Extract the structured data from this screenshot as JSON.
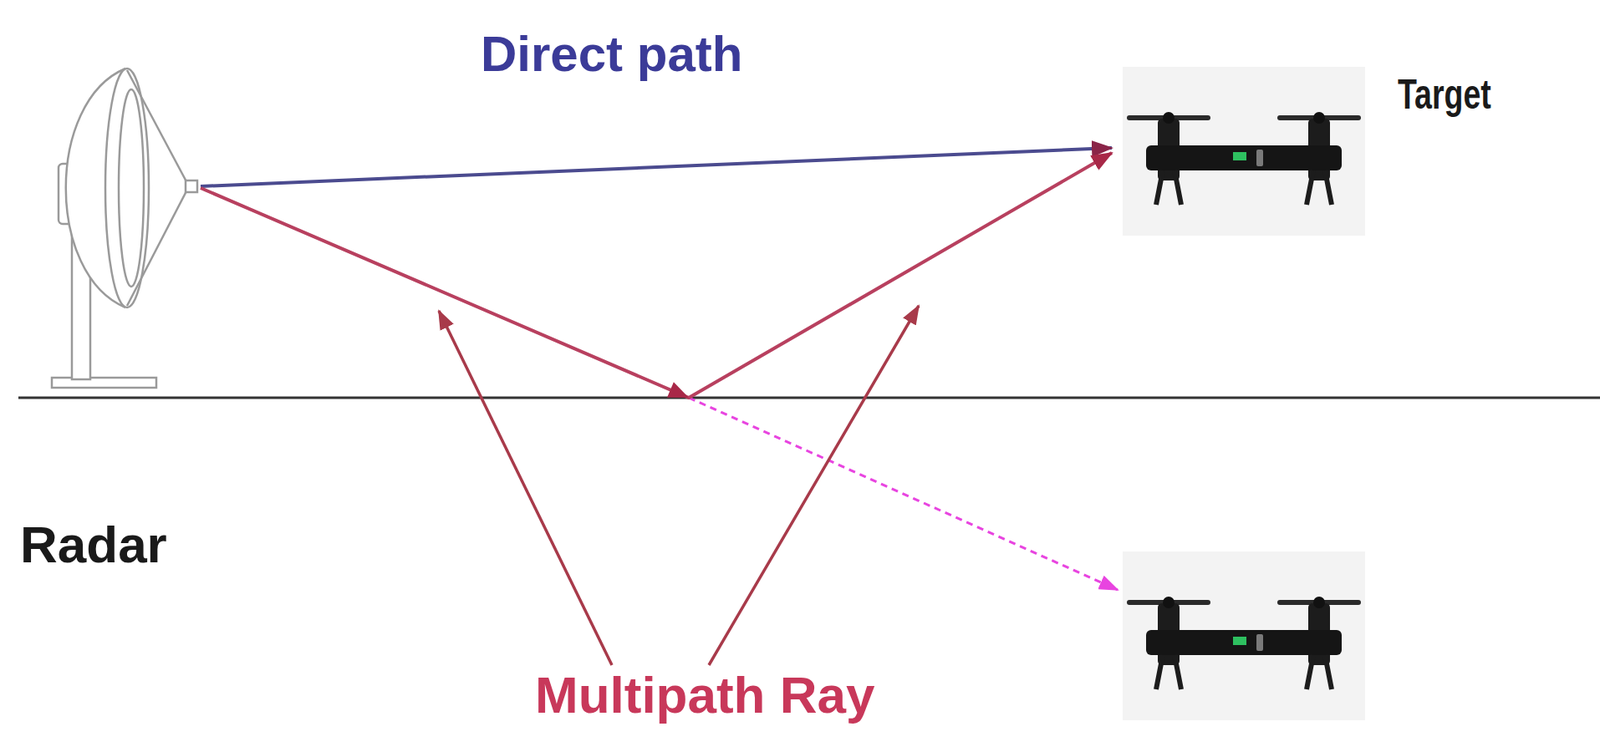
{
  "diagram": {
    "nodes": [
      {
        "text": [
          "Radar"
        ]
      },
      {
        "text": [
          "Target"
        ]
      }
    ],
    "edges": [
      {
        "from": 0,
        "to": 1,
        "arrow": "to",
        "label": "Direct path"
      },
      {
        "from": 0,
        "to": 1,
        "arrow": "to"
      }
    ],
    "labels": [
      "Multipath Ray"
    ]
  }
}
